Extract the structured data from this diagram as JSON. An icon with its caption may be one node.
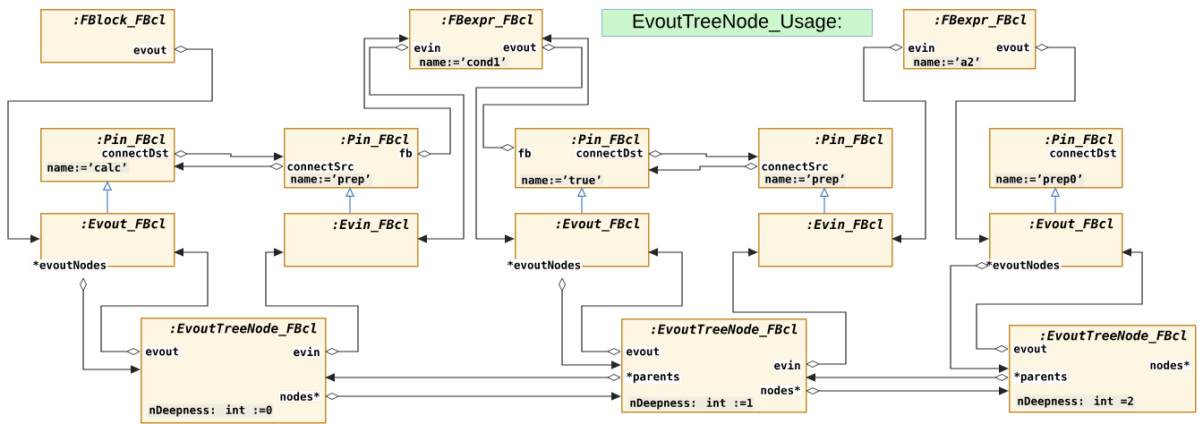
{
  "diagram": {
    "title": "EvoutTreeNode_Usage:",
    "nodes": [
      {
        "text": [
          ":FBlock_FBcl",
          "evout"
        ]
      },
      {
        "text": [
          ":FBexpr_FBcl",
          "evin",
          "evout",
          "name:=’cond1’"
        ]
      },
      {
        "text": [
          ":FBexpr_FBcl",
          "evin",
          "evout",
          "name:=’a2’"
        ]
      },
      {
        "text": [
          ":Pin_FBcl",
          "connectDst",
          "name:=’calc’"
        ]
      },
      {
        "text": [
          ":Pin_FBcl",
          "fb",
          "connectSrc",
          "name:=’prep’"
        ]
      },
      {
        "text": [
          ":Pin_FBcl",
          "fb",
          "connectDst",
          "name:=’true’"
        ]
      },
      {
        "text": [
          ":Pin_FBcl",
          "connectSrc",
          "name:=’prep’"
        ]
      },
      {
        "text": [
          ":Pin_FBcl",
          "connectDst",
          "name:=’prep0’"
        ]
      },
      {
        "text": [
          ":Evout_FBcl",
          "*evoutNodes"
        ]
      },
      {
        "text": [
          ":Evin_FBcl"
        ]
      },
      {
        "text": [
          ":Evout_FBcl",
          "*evoutNodes"
        ]
      },
      {
        "text": [
          ":Evin_FBcl"
        ]
      },
      {
        "text": [
          ":Evout_FBcl",
          "*evoutNodes"
        ]
      },
      {
        "text": [
          ":EvoutTreeNode_FBcl",
          "evout",
          "evin",
          "nodes*",
          "nDeepness: int :=0"
        ]
      },
      {
        "text": [
          ":EvoutTreeNode_FBcl",
          "evout",
          "*parents",
          "evin",
          "nodes*",
          "nDeepness: int :=1"
        ]
      },
      {
        "text": [
          ":EvoutTreeNode_FBcl",
          "evout",
          "*parents",
          "nodes*",
          "nDeepness: int =2"
        ]
      }
    ],
    "edges": [
      {
        "from": 0,
        "to": 8,
        "arrow": "to"
      },
      {
        "from": 3,
        "to": 4,
        "arrow": "to"
      },
      {
        "from": 4,
        "to": 3,
        "arrow": "to"
      },
      {
        "from": 8,
        "to": 3,
        "arrow": "to",
        "color": "#4a7ebb"
      },
      {
        "from": 9,
        "to": 4,
        "arrow": "to",
        "color": "#4a7ebb"
      },
      {
        "from": 4,
        "to": 1,
        "arrow": "to"
      },
      {
        "from": 1,
        "to": 9,
        "arrow": "to"
      },
      {
        "from": 1,
        "to": 10,
        "arrow": "to"
      },
      {
        "from": 5,
        "to": 1,
        "arrow": "to"
      },
      {
        "from": 5,
        "to": 6,
        "arrow": "to"
      },
      {
        "from": 6,
        "to": 5,
        "arrow": "to"
      },
      {
        "from": 10,
        "to": 5,
        "arrow": "to",
        "color": "#4a7ebb"
      },
      {
        "from": 11,
        "to": 6,
        "arrow": "to",
        "color": "#4a7ebb"
      },
      {
        "from": 12,
        "to": 7,
        "arrow": "to",
        "color": "#4a7ebb"
      },
      {
        "from": 2,
        "to": 11,
        "arrow": "to"
      },
      {
        "from": 2,
        "to": 12,
        "arrow": "to"
      },
      {
        "from": 8,
        "to": 13,
        "arrow": "to"
      },
      {
        "from": 13,
        "to": 8,
        "arrow": "to"
      },
      {
        "from": 13,
        "to": 9,
        "arrow": "to"
      },
      {
        "from": 14,
        "to": 13,
        "arrow": "to"
      },
      {
        "from": 13,
        "to": 14,
        "arrow": "to"
      },
      {
        "from": 10,
        "to": 14,
        "arrow": "to"
      },
      {
        "from": 14,
        "to": 10,
        "arrow": "to"
      },
      {
        "from": 14,
        "to": 11,
        "arrow": "to"
      },
      {
        "from": 15,
        "to": 14,
        "arrow": "to"
      },
      {
        "from": 14,
        "to": 15,
        "arrow": "to"
      },
      {
        "from": 12,
        "to": 15,
        "arrow": "to"
      },
      {
        "from": 15,
        "to": 12,
        "arrow": "to"
      }
    ]
  }
}
